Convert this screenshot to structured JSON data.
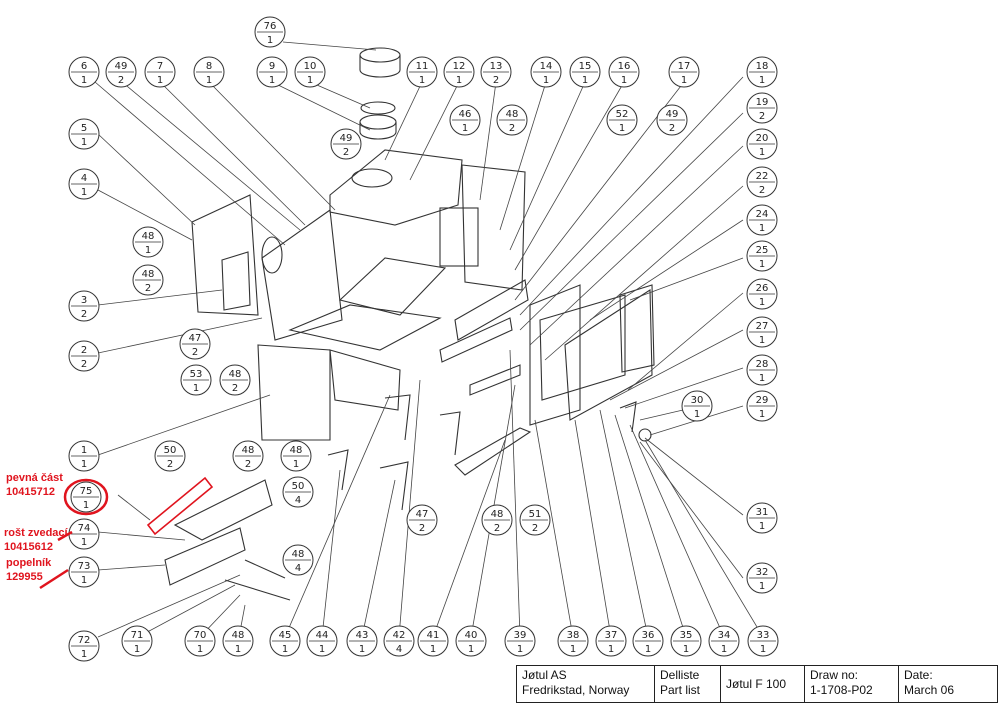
{
  "callouts": [
    {
      "id": "76",
      "top": "76",
      "bottom": "1"
    },
    {
      "id": "6",
      "top": "6",
      "bottom": "1"
    },
    {
      "id": "49a",
      "top": "49",
      "bottom": "2"
    },
    {
      "id": "7",
      "top": "7",
      "bottom": "1"
    },
    {
      "id": "8",
      "top": "8",
      "bottom": "1"
    },
    {
      "id": "9",
      "top": "9",
      "bottom": "1"
    },
    {
      "id": "10",
      "top": "10",
      "bottom": "1"
    },
    {
      "id": "11",
      "top": "11",
      "bottom": "1"
    },
    {
      "id": "12",
      "top": "12",
      "bottom": "1"
    },
    {
      "id": "13",
      "top": "13",
      "bottom": "2"
    },
    {
      "id": "14",
      "top": "14",
      "bottom": "1"
    },
    {
      "id": "15",
      "top": "15",
      "bottom": "1"
    },
    {
      "id": "16",
      "top": "16",
      "bottom": "1"
    },
    {
      "id": "17",
      "top": "17",
      "bottom": "1"
    },
    {
      "id": "18",
      "top": "18",
      "bottom": "1"
    },
    {
      "id": "19",
      "top": "19",
      "bottom": "2"
    },
    {
      "id": "20",
      "top": "20",
      "bottom": "1"
    },
    {
      "id": "22",
      "top": "22",
      "bottom": "2"
    },
    {
      "id": "24",
      "top": "24",
      "bottom": "1"
    },
    {
      "id": "25",
      "top": "25",
      "bottom": "1"
    },
    {
      "id": "26",
      "top": "26",
      "bottom": "1"
    },
    {
      "id": "27",
      "top": "27",
      "bottom": "1"
    },
    {
      "id": "28",
      "top": "28",
      "bottom": "1"
    },
    {
      "id": "29",
      "top": "29",
      "bottom": "1"
    },
    {
      "id": "30",
      "top": "30",
      "bottom": "1"
    },
    {
      "id": "31",
      "top": "31",
      "bottom": "1"
    },
    {
      "id": "32",
      "top": "32",
      "bottom": "1"
    },
    {
      "id": "5",
      "top": "5",
      "bottom": "1"
    },
    {
      "id": "4",
      "top": "4",
      "bottom": "1"
    },
    {
      "id": "3",
      "top": "3",
      "bottom": "2"
    },
    {
      "id": "2",
      "top": "2",
      "bottom": "2"
    },
    {
      "id": "1",
      "top": "1",
      "bottom": "1"
    },
    {
      "id": "75",
      "top": "75",
      "bottom": "1"
    },
    {
      "id": "74",
      "top": "74",
      "bottom": "1"
    },
    {
      "id": "73",
      "top": "73",
      "bottom": "1"
    },
    {
      "id": "72",
      "top": "72",
      "bottom": "1"
    },
    {
      "id": "71",
      "top": "71",
      "bottom": "1"
    },
    {
      "id": "70",
      "top": "70",
      "bottom": "1"
    },
    {
      "id": "48a",
      "top": "48",
      "bottom": "1"
    },
    {
      "id": "45",
      "top": "45",
      "bottom": "1"
    },
    {
      "id": "44",
      "top": "44",
      "bottom": "1"
    },
    {
      "id": "43",
      "top": "43",
      "bottom": "1"
    },
    {
      "id": "42",
      "top": "42",
      "bottom": "4"
    },
    {
      "id": "41",
      "top": "41",
      "bottom": "1"
    },
    {
      "id": "40",
      "top": "40",
      "bottom": "1"
    },
    {
      "id": "39",
      "top": "39",
      "bottom": "1"
    },
    {
      "id": "38",
      "top": "38",
      "bottom": "1"
    },
    {
      "id": "37",
      "top": "37",
      "bottom": "1"
    },
    {
      "id": "36",
      "top": "36",
      "bottom": "1"
    },
    {
      "id": "35",
      "top": "35",
      "bottom": "1"
    },
    {
      "id": "34",
      "top": "34",
      "bottom": "1"
    },
    {
      "id": "33",
      "top": "33",
      "bottom": "1"
    },
    {
      "id": "49b",
      "top": "49",
      "bottom": "2"
    },
    {
      "id": "46",
      "top": "46",
      "bottom": "1"
    },
    {
      "id": "48b",
      "top": "48",
      "bottom": "2"
    },
    {
      "id": "52",
      "top": "52",
      "bottom": "1"
    },
    {
      "id": "49c",
      "top": "49",
      "bottom": "2"
    },
    {
      "id": "48c",
      "top": "48",
      "bottom": "1"
    },
    {
      "id": "48d",
      "top": "48",
      "bottom": "2"
    },
    {
      "id": "47a",
      "top": "47",
      "bottom": "2"
    },
    {
      "id": "53",
      "top": "53",
      "bottom": "1"
    },
    {
      "id": "48e",
      "top": "48",
      "bottom": "2"
    },
    {
      "id": "50a",
      "top": "50",
      "bottom": "2"
    },
    {
      "id": "48f",
      "top": "48",
      "bottom": "2"
    },
    {
      "id": "48g",
      "top": "48",
      "bottom": "1"
    },
    {
      "id": "50b",
      "top": "50",
      "bottom": "4"
    },
    {
      "id": "48h",
      "top": "48",
      "bottom": "4"
    },
    {
      "id": "47b",
      "top": "47",
      "bottom": "2"
    },
    {
      "id": "48i",
      "top": "48",
      "bottom": "2"
    },
    {
      "id": "51",
      "top": "51",
      "bottom": "2"
    }
  ],
  "annotations": [
    {
      "id": "75",
      "lines": [
        "pevná část",
        "10415712"
      ]
    },
    {
      "id": "74",
      "lines": [
        "rošt zvedací",
        "10415612"
      ]
    },
    {
      "id": "73",
      "lines": [
        "popelník",
        "129955"
      ]
    }
  ],
  "title_block": {
    "company": "Jøtul AS",
    "location": "Fredrikstad, Norway",
    "doc_type_local": "Delliste",
    "doc_type": "Part list",
    "model": "Jøtul F 100",
    "draw_no_label": "Draw no:",
    "draw_no": "1-1708-P02",
    "date_label": "Date:",
    "date": "March 06"
  },
  "colors": {
    "annotation_red": "#e0141e",
    "line": "#222222"
  }
}
